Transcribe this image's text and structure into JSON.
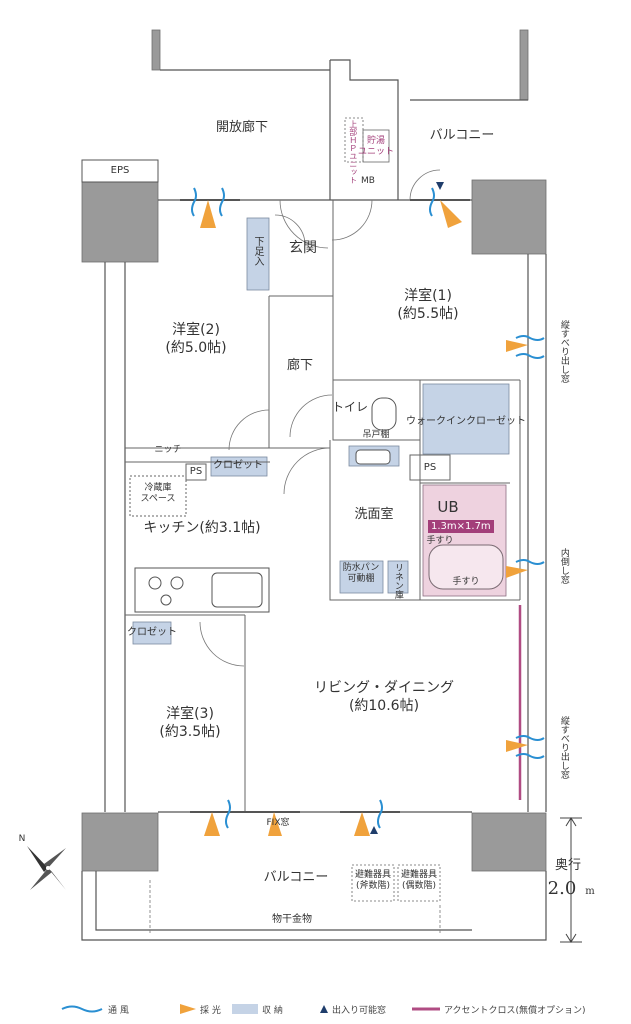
{
  "rooms": {
    "open_corridor": "開放廊下",
    "balcony_top": "バルコニー",
    "eps": "EPS",
    "mb": "MB",
    "water_heater": "貯湯\nユニット",
    "heat_pump": "上部ＨＰユニット",
    "entrance": "玄関",
    "shoe_storage": "下足入",
    "western_1": "洋室(1)\n(約5.5帖)",
    "western_2": "洋室(2)\n(約5.0帖)",
    "hallway": "廊下",
    "toilet": "トイレ",
    "hanging_shelf": "吊戸棚",
    "walk_in_closet": "ウォークインクローゼット",
    "niche": "ニッチ",
    "closet_kitchen": "クロゼット",
    "ps_1": "PS",
    "ps_2": "PS",
    "fridge_space": "冷蔵庫\nスペース",
    "kitchen": "キッチン(約3.1帖)",
    "washroom": "洗面室",
    "ub": "UB",
    "ub_size": "1.3m×1.7m",
    "handrail_1": "手すり",
    "handrail_2": "手すり",
    "waterproof_pan": "防水パン\n可動棚",
    "linen": "リネン庫",
    "closet_3": "クロゼット",
    "western_3": "洋室(3)\n(約3.5帖)",
    "living_dining": "リビング・ダイニング\n(約10.6帖)",
    "fix_window": "FIX窓",
    "balcony_bottom": "バルコニー",
    "evac_1": "避難器具\n(斧数階)",
    "evac_2": "避難器具\n(偶数階)",
    "laundry_hanger": "物干金物",
    "depth_label": "奥行",
    "depth_value": "2.0",
    "depth_unit": "m",
    "side_window_1": "縦すべり出し窓",
    "side_window_2": "内倒し窓",
    "side_window_3": "縦すべり出し窓",
    "compass": "N"
  },
  "legend": {
    "ventilation": "通 風",
    "daylight": "採 光",
    "storage": "収 納",
    "exit_window": "出入り可能窓",
    "accent_cloth": "アクセントクロス(無償オプション)"
  },
  "colors": {
    "wall": "#8c8c8c",
    "line": "#555555",
    "storage": "#c5d3e6",
    "ub": "#eed2df",
    "accent": "#b04c83",
    "wind": "#2a8fd2",
    "light": "#f0a23c",
    "exit": "#1f3d6b"
  }
}
